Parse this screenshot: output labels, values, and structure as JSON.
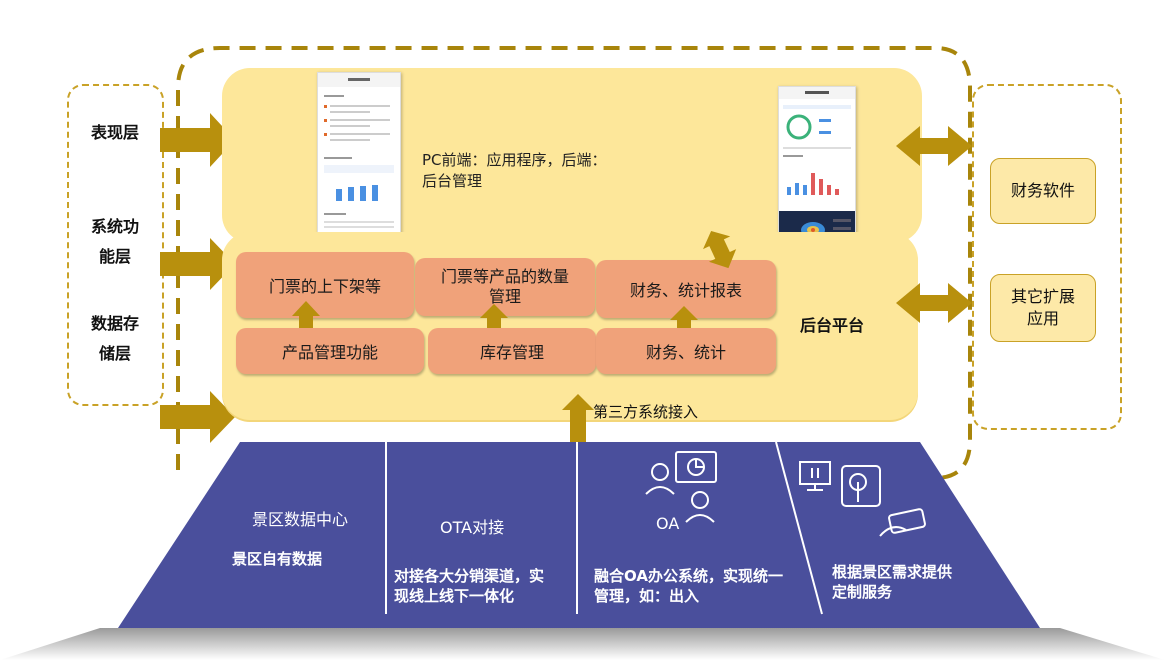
{
  "left_labels": {
    "presentation": "表现层",
    "function": "系统功\n能层",
    "storage": "数据存\n储层"
  },
  "top_panel": {
    "text": "PC前端：应用程序，后端：\n后台管理"
  },
  "platform": {
    "label": "后台平台",
    "third_party": "第三方系统接入",
    "boxes_top": [
      "门票的上下架等",
      "门票等产品的数量\n管理",
      "财务、统计报表"
    ],
    "boxes_bottom": [
      "产品管理功能",
      "库存管理",
      "财务、统计"
    ]
  },
  "right_boxes": {
    "finance": "财务软件",
    "other": "其它扩展\n应用"
  },
  "bottom": {
    "s1_title": "景区数据中心",
    "s1_body": "景区自有数据",
    "s2_title": "OTA对接",
    "s2_body": "对接各大分销渠道，实\n现线上线下一体化",
    "s3_title": "OA",
    "s3_body": "融合OA办公系统，实现统一\n管理，如：出入",
    "s4_body": "根据景区需求提供\n定制服务"
  },
  "colors": {
    "gold": "#b8900d",
    "panel": "#fde79a",
    "box": "#f0a27a",
    "navy": "#4a4f9c"
  }
}
